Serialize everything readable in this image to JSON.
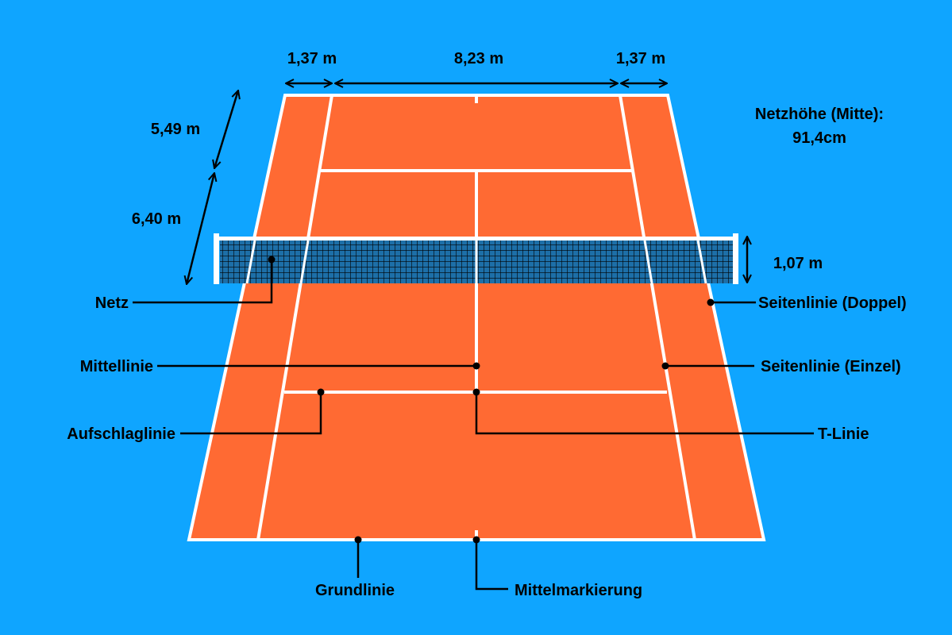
{
  "colors": {
    "background": "#0fa5ff",
    "court": "#ff6a33",
    "line": "#ffffff",
    "net": "#1d6fa8",
    "annotation": "#000000"
  },
  "dimensions": {
    "alley_left": "1,37 m",
    "singles_width": "8,23 m",
    "alley_right": "1,37 m",
    "backcourt_depth": "5,49 m",
    "service_depth": "6,40 m",
    "net_post_height": "1,07 m"
  },
  "net_height": {
    "label": "Netzhöhe (Mitte):",
    "value": "91,4cm"
  },
  "labels": {
    "net": "Netz",
    "center_line": "Mittellinie",
    "service_line": "Aufschlaglinie",
    "sideline_doubles": "Seitenlinie (Doppel)",
    "sideline_singles": "Seitenlinie (Einzel)",
    "t_line": "T-Linie",
    "baseline": "Grundlinie",
    "center_mark": "Mittelmarkierung"
  }
}
